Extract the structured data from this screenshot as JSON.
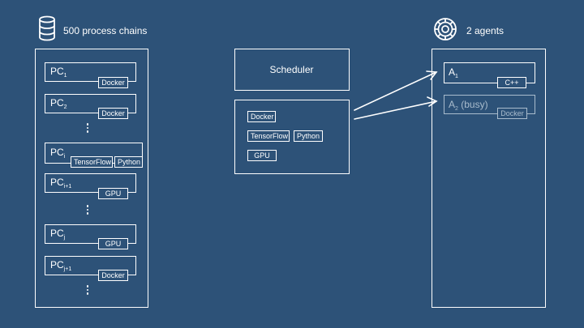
{
  "left_header": {
    "icon": "database-icon",
    "title": "500 process chains"
  },
  "right_header": {
    "icon": "gear-icon",
    "title": "2 agents"
  },
  "process_chains": [
    {
      "base": "PC",
      "sub": "1",
      "tags": [
        "Docker"
      ]
    },
    {
      "base": "PC",
      "sub": "2",
      "tags": [
        "Docker"
      ]
    },
    {
      "base": "PC",
      "sub": "i",
      "tags": [
        "TensorFlow",
        "Python"
      ]
    },
    {
      "base": "PC",
      "sub": "i+1",
      "tags": [
        "GPU"
      ]
    },
    {
      "base": "PC",
      "sub": "j",
      "tags": [
        "GPU"
      ]
    },
    {
      "base": "PC",
      "sub": "j+1",
      "tags": [
        "Docker"
      ]
    }
  ],
  "scheduler": {
    "title": "Scheduler",
    "tags": [
      "Docker",
      "TensorFlow",
      "Python",
      "GPU"
    ]
  },
  "agents": [
    {
      "base": "A",
      "sub": "1",
      "suffix": "",
      "tag": "C++",
      "busy": false
    },
    {
      "base": "A",
      "sub": "2",
      "suffix": " (busy)",
      "tag": "Docker",
      "busy": true
    }
  ],
  "colors": {
    "background": "#2d5278",
    "line": "#ffffff",
    "muted": "#a9bccd"
  }
}
